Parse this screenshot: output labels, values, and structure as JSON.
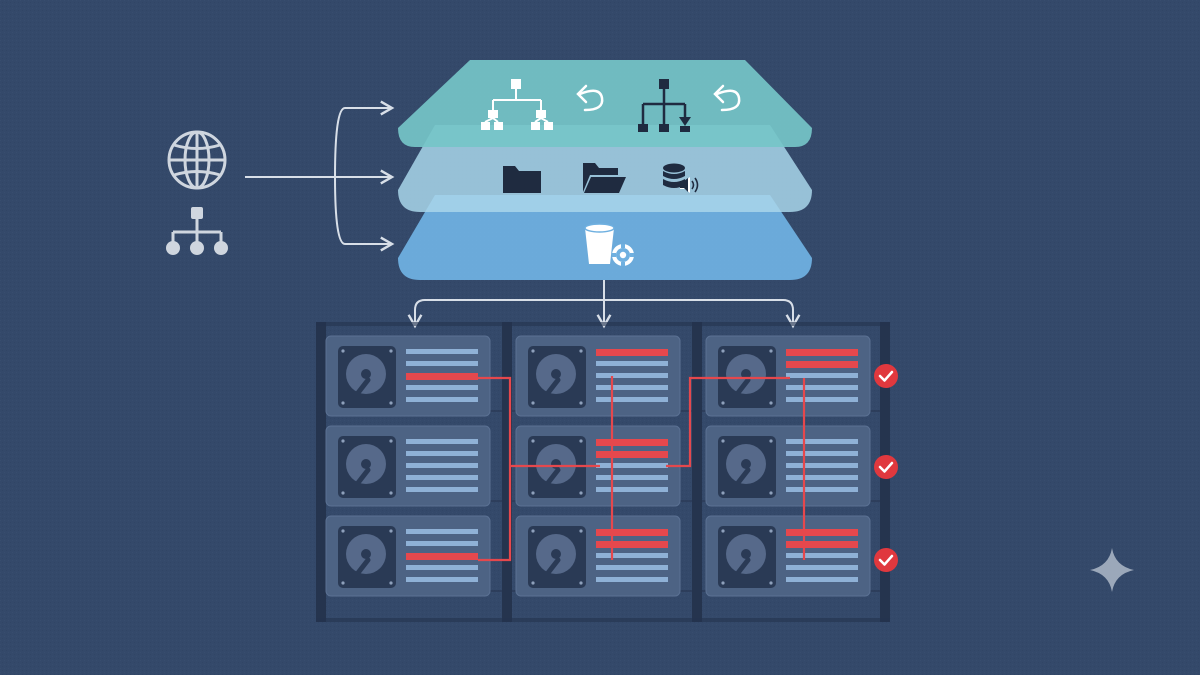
{
  "colors": {
    "background": "#34496a",
    "layer_top": "#75c6c8",
    "layer_middle": "#a9d6ea",
    "layer_bottom": "#6fb0e0",
    "connector": "#d8dfe8",
    "raid_line": "#e5484d",
    "check": "#e0383e",
    "rack": "#25344e",
    "drive_panel": "#4d6384",
    "drive_slot": "#425878",
    "stripe": "#8fb1d6"
  },
  "source": {
    "icons": [
      "globe-icon",
      "network-tree-icon"
    ]
  },
  "layers": [
    {
      "name": "replication-layer",
      "icons": [
        "hierarchy-icon",
        "undo-icon",
        "hierarchy-download-icon",
        "undo-icon"
      ]
    },
    {
      "name": "filesystem-layer",
      "icons": [
        "folder-icon",
        "open-folder-icon",
        "database-audio-icon"
      ]
    },
    {
      "name": "storage-manager-layer",
      "icons": [
        "bucket-gear-icon"
      ]
    }
  ],
  "array": {
    "columns": 3,
    "rows": 3,
    "stripes_per_drive": 5,
    "highlighted": [
      [
        [
          2
        ],
        [
          0
        ],
        [
          0,
          1
        ]
      ],
      [
        [],
        [
          0,
          1
        ],
        []
      ],
      [
        [
          2
        ],
        [
          0,
          1
        ],
        [
          0,
          1
        ]
      ]
    ],
    "status": [
      "check-icon",
      "check-icon",
      "check-icon"
    ]
  },
  "watermark": "sparkle-icon"
}
